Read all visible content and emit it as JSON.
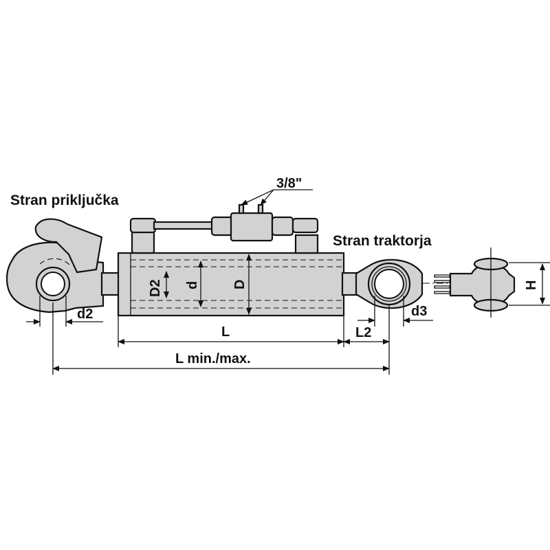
{
  "labels": {
    "implement_side": "Stran priključka",
    "tractor_side": "Stran traktorja",
    "thread": "3/8\"",
    "D2": "D2",
    "d": "d",
    "D": "D",
    "d2": "d2",
    "d3": "d3",
    "H": "H",
    "L": "L",
    "L2": "L2",
    "L_minmax": "L min./max."
  },
  "colors": {
    "body_fill": "#d2d2d2",
    "outline": "#111111"
  }
}
